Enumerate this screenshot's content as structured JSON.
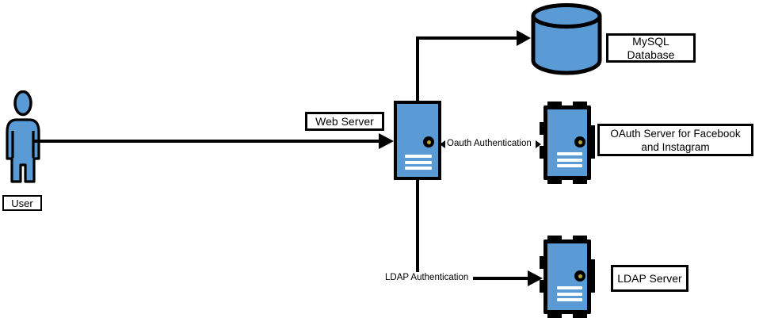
{
  "diagram": {
    "type": "architecture-diagram",
    "background": "#FFFFFF",
    "node_fill_color": "#5B9BD5",
    "outline_color": "#000000",
    "led_color": "#B5A928"
  },
  "nodes": {
    "user": {
      "label": "User",
      "shape": "person"
    },
    "web_server": {
      "label": "Web Server",
      "shape": "server"
    },
    "mysql_database": {
      "label_line1": "MySQL",
      "label_line2": "Database",
      "shape": "database-cylinder"
    },
    "oauth_server": {
      "label_line1": "OAuth Server for Facebook",
      "label_line2": "and Instagram",
      "shape": "server"
    },
    "ldap_server": {
      "label": "LDAP Server",
      "shape": "server"
    }
  },
  "connections": {
    "user_to_web": {
      "label": ""
    },
    "web_to_mysql": {
      "label": ""
    },
    "web_to_oauth": {
      "label": "Oauth Authentication"
    },
    "web_to_ldap": {
      "label": "LDAP Authentication"
    }
  }
}
